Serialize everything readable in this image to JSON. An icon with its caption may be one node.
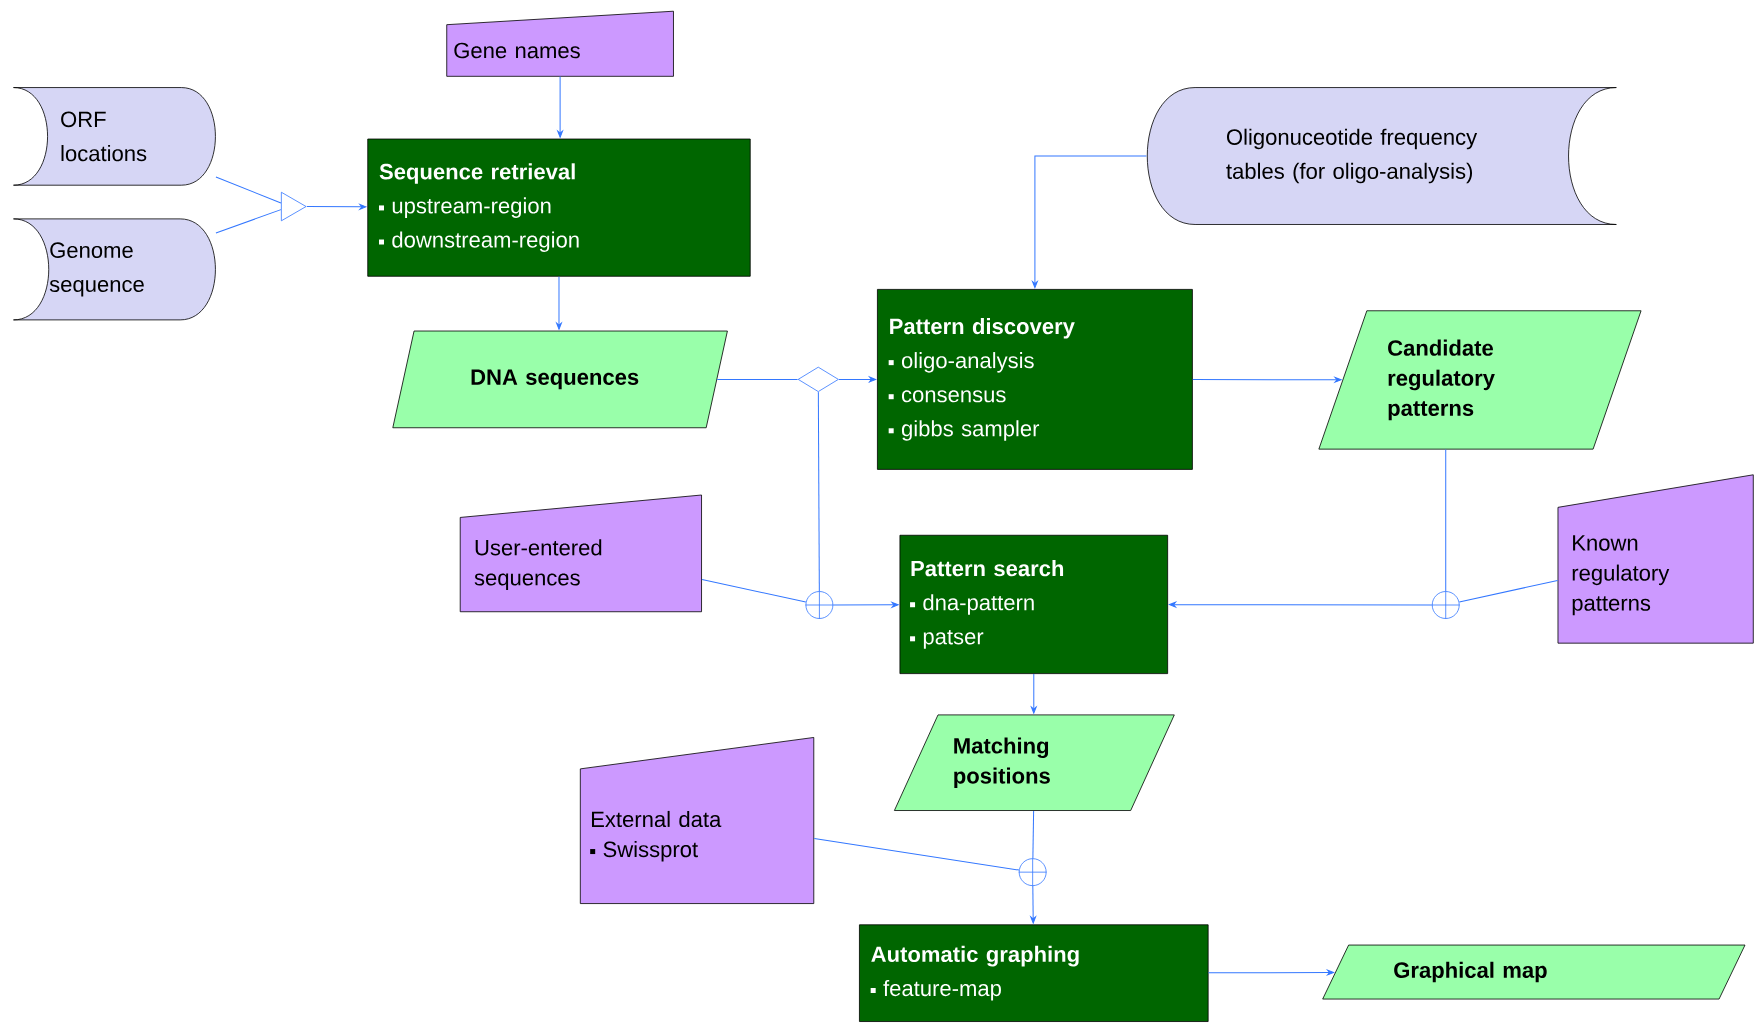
{
  "diagram": {
    "nodes": [
      {
        "text": [
          "Gene names"
        ]
      },
      {
        "text": [
          "ORF locations"
        ]
      },
      {
        "text": [
          "Genome sequence"
        ]
      },
      {
        "text": [
          "Sequence retrieval",
          "upstream-region",
          "downstream-region"
        ]
      },
      {
        "text": [],
        "shape": "triangle"
      },
      {
        "text": [
          "DNA sequences"
        ]
      },
      {
        "text": [
          "Oligonuceotide frequency tables (for oligo-analysis)"
        ]
      },
      {
        "text": [
          "Pattern discovery",
          "oligo-analysis",
          "consensus",
          "gibbs sampler"
        ]
      },
      {
        "text": [],
        "shape": "diamond"
      },
      {
        "text": [
          "Candidate regulatory patterns"
        ]
      },
      {
        "text": [
          "User-entered sequences"
        ]
      },
      {
        "text": [],
        "shape": "circle"
      },
      {
        "text": [
          "Pattern search",
          "dna-pattern",
          "patser"
        ]
      },
      {
        "text": [],
        "shape": "circle"
      },
      {
        "text": [
          "Known regulatory patterns"
        ]
      },
      {
        "text": [
          "Matching positions"
        ]
      },
      {
        "text": [
          "External data",
          "Swissprot"
        ]
      },
      {
        "text": [],
        "shape": "circle"
      },
      {
        "text": [
          "Automatic graphing",
          "feature-map"
        ]
      },
      {
        "text": [
          "Graphical map"
        ]
      }
    ],
    "edges": [
      {
        "from": 0,
        "to": 3,
        "arrow": "to"
      },
      {
        "from": 1,
        "to": 4,
        "arrow": "none"
      },
      {
        "from": 2,
        "to": 4,
        "arrow": "none"
      },
      {
        "from": 4,
        "to": 3,
        "arrow": "to"
      },
      {
        "from": 3,
        "to": 5,
        "arrow": "to"
      },
      {
        "from": 5,
        "to": 8,
        "arrow": "none"
      },
      {
        "from": 8,
        "to": 7,
        "arrow": "to"
      },
      {
        "from": 8,
        "to": 11,
        "arrow": "none"
      },
      {
        "from": 6,
        "to": 7,
        "arrow": "to"
      },
      {
        "from": 7,
        "to": 9,
        "arrow": "to"
      },
      {
        "from": 9,
        "to": 13,
        "arrow": "none"
      },
      {
        "from": 14,
        "to": 13,
        "arrow": "none"
      },
      {
        "from": 13,
        "to": 12,
        "arrow": "to"
      },
      {
        "from": 10,
        "to": 11,
        "arrow": "none"
      },
      {
        "from": 11,
        "to": 12,
        "arrow": "to"
      },
      {
        "from": 12,
        "to": 15,
        "arrow": "to"
      },
      {
        "from": 15,
        "to": 17,
        "arrow": "none"
      },
      {
        "from": 16,
        "to": 17,
        "arrow": "none"
      },
      {
        "from": 17,
        "to": 18,
        "arrow": "to"
      },
      {
        "from": 18,
        "to": 19,
        "arrow": "to"
      }
    ]
  }
}
